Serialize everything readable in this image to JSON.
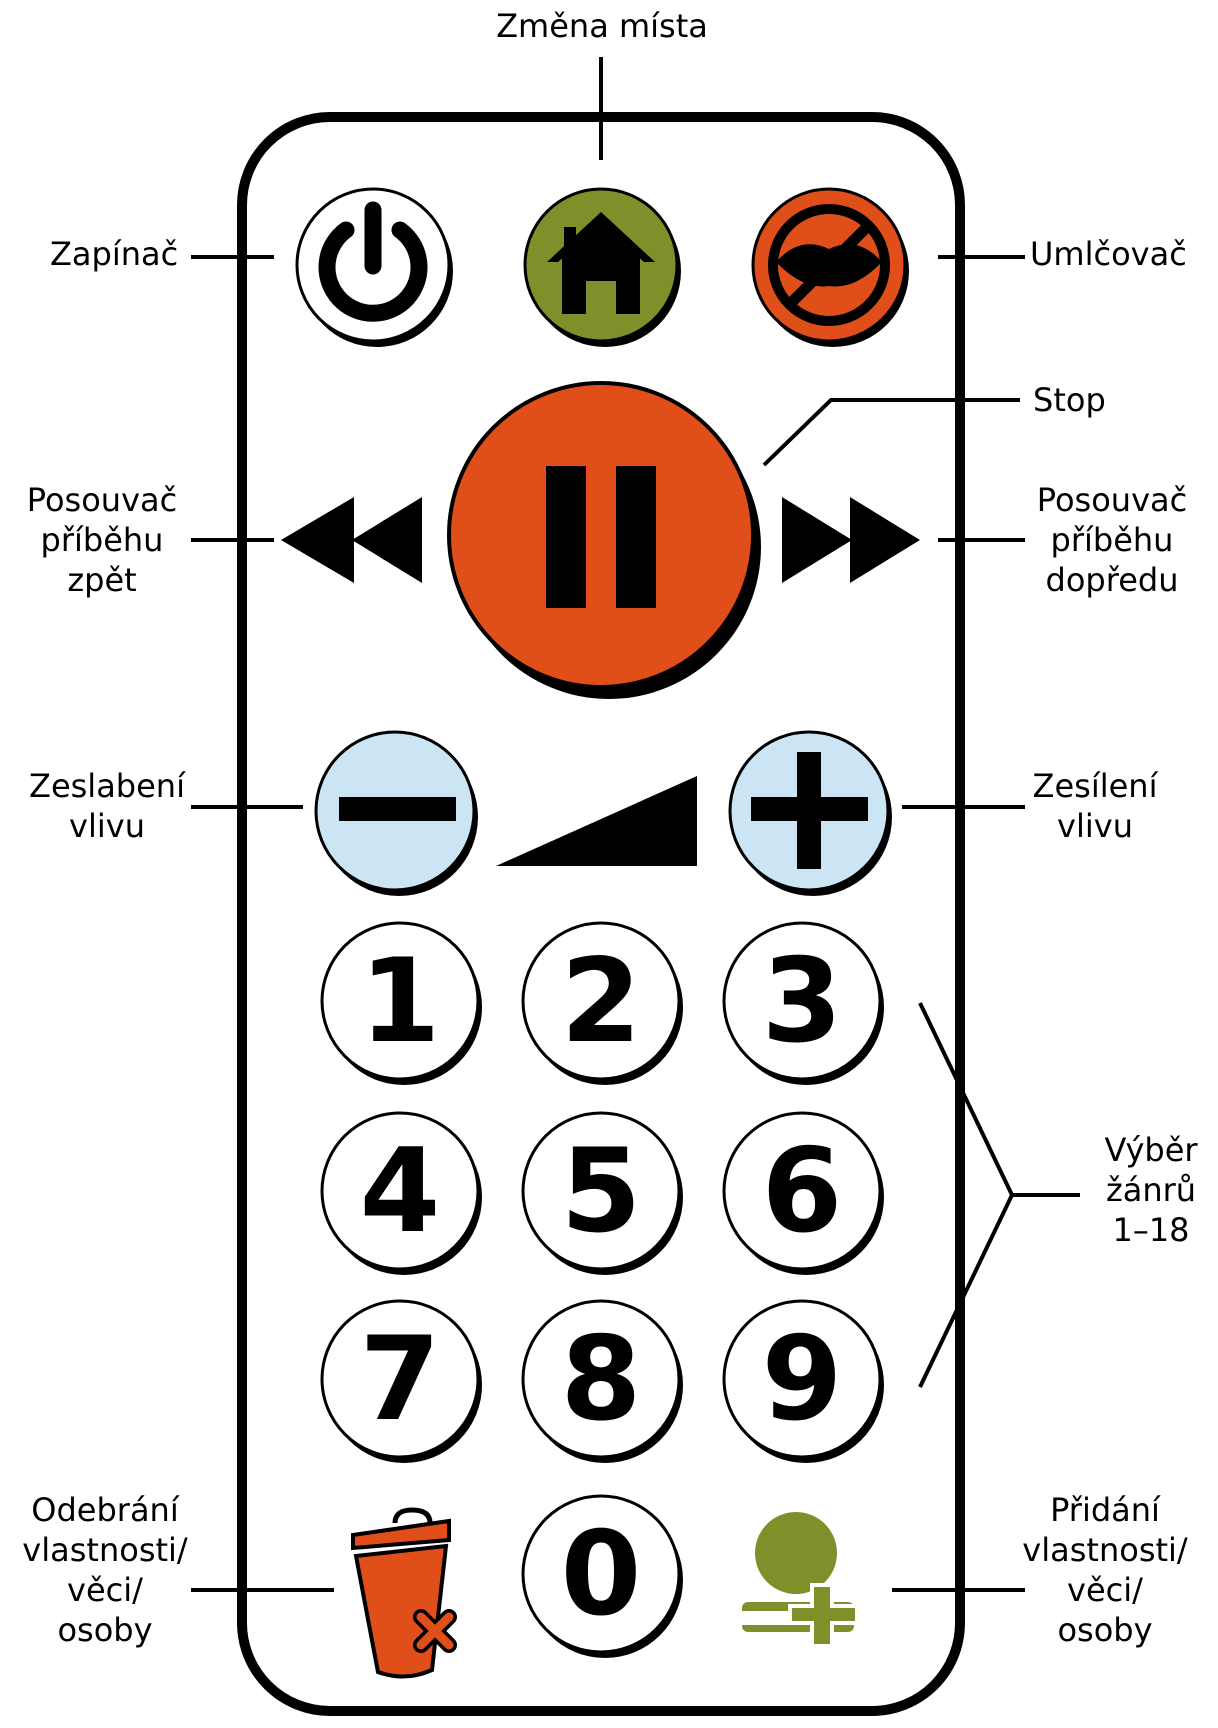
{
  "labels": {
    "top_center": "Změna místa",
    "power": "Zapínač",
    "mute": "Umlčovač",
    "stop": "Stop",
    "rewind": "Posouvač\npříběhu\nzpět",
    "forward": "Posouvač\npříběhu\ndopředu",
    "decrease": "Zeslabení\nvlivu",
    "increase": "Zesílení\nvlivu",
    "genres": "Výběr\nžánrů\n1–18",
    "remove": "Odebrání\nvlastnosti/\nvěci/\nosoby",
    "add": "Přidání\nvlastnosti/\nvěci/\nosoby"
  },
  "keypad": [
    "1",
    "2",
    "3",
    "4",
    "5",
    "6",
    "7",
    "8",
    "9",
    "0"
  ],
  "colors": {
    "orange": "#e04f1a",
    "green": "#7f8f2a",
    "light_blue": "#cce5f5",
    "outline": "#000000",
    "white": "#ffffff"
  },
  "icons": {
    "power": "power-icon",
    "home": "home-icon",
    "mute": "muted-lips-icon",
    "pause": "pause-icon",
    "rewind": "rewind-icon",
    "forward": "fast-forward-icon",
    "minus": "minus-icon",
    "plus": "plus-icon",
    "volume": "volume-ramp-icon",
    "trash": "trash-icon",
    "add_person": "add-person-icon"
  }
}
